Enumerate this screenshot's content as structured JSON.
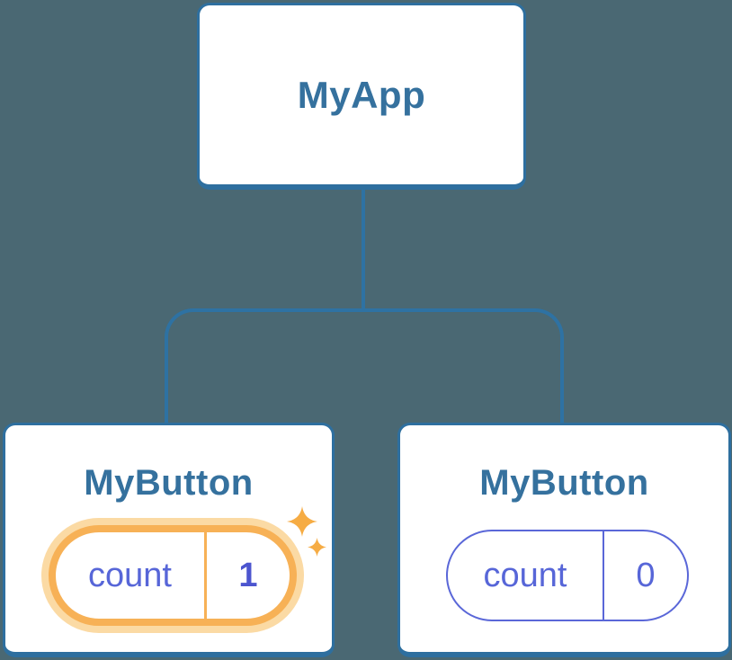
{
  "diagram": {
    "root_node": {
      "label": "MyApp"
    },
    "child_nodes": [
      {
        "label": "MyButton",
        "state": {
          "name": "count",
          "value": "1"
        },
        "highlighted": true
      },
      {
        "label": "MyButton",
        "state": {
          "name": "count",
          "value": "0"
        },
        "highlighted": false
      }
    ],
    "icons": {
      "sparkle_large": "sparkle-icon",
      "sparkle_small": "sparkle-icon"
    },
    "colors": {
      "background": "#4A6873",
      "node_border": "#2E6F9F",
      "connector": "#2E72A3",
      "node_label_text": "#35719E",
      "highlight_border": "#F7B156",
      "highlight_glow": "#FBDAA4",
      "sparkle": "#F6AC44",
      "state_text": "#5766D8",
      "state_value_highlight_text": "#4C55CF",
      "card_fill": "#FFFFFF"
    }
  }
}
